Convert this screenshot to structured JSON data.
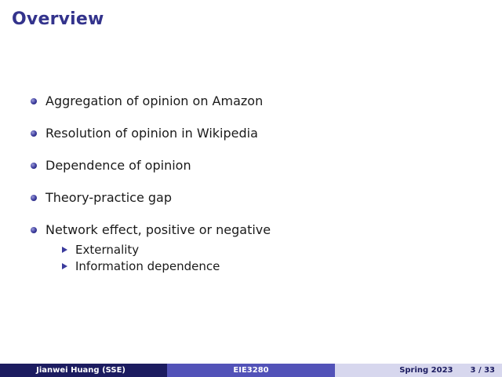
{
  "title": "Overview",
  "bullets": [
    "Aggregation of opinion on Amazon",
    "Resolution of opinion in Wikipedia",
    "Dependence of opinion",
    "Theory-practice gap",
    "Network effect, positive or negative"
  ],
  "sub_bullets": [
    "Externality",
    "Information dependence"
  ],
  "footer": {
    "author": "Jianwei Huang  (SSE)",
    "course": "EIE3280",
    "date": "Spring 2023",
    "page": "3 / 33"
  },
  "colors": {
    "title": "#33338c",
    "footer_dark": "#1c1c60",
    "footer_mid": "#5252b8",
    "footer_light": "#d7d7ee"
  }
}
